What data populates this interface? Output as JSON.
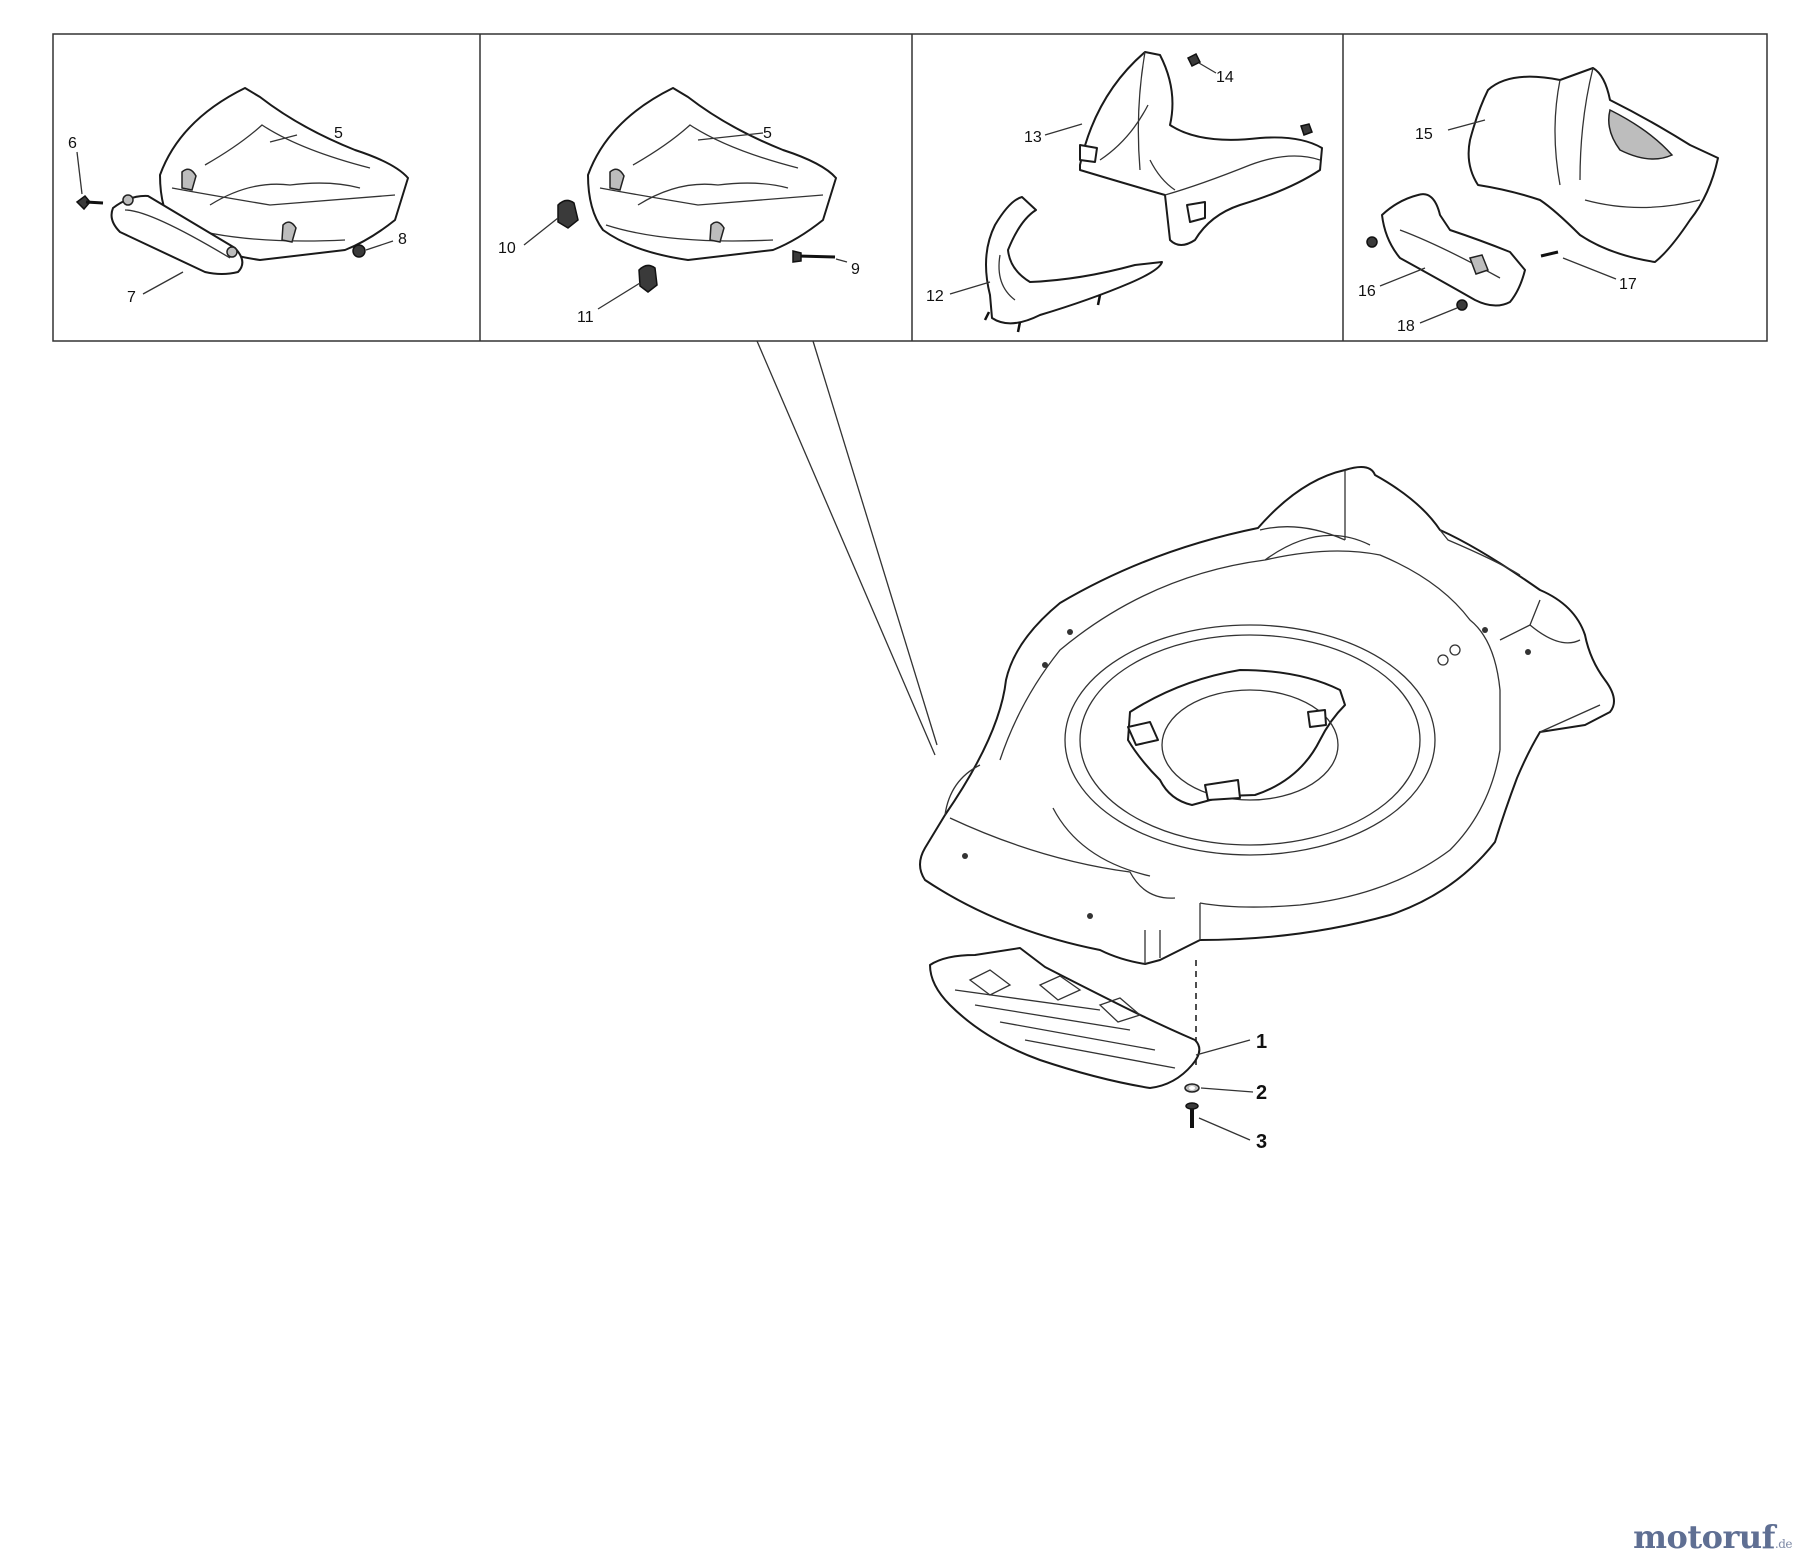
{
  "labels": {
    "p1": "1",
    "p2": "2",
    "p3": "3",
    "p5a": "5",
    "p5b": "5",
    "p6": "6",
    "p7": "7",
    "p8": "8",
    "p9": "9",
    "p10": "10",
    "p11": "11",
    "p12": "12",
    "p13": "13",
    "p14": "14",
    "p15": "15",
    "p16": "16",
    "p17": "17",
    "p18": "18"
  },
  "watermark": {
    "brand": "motoruf",
    "suffix": ".de"
  },
  "colors": {
    "line": "#1a1a1a",
    "watermark": "#5f6f93"
  }
}
